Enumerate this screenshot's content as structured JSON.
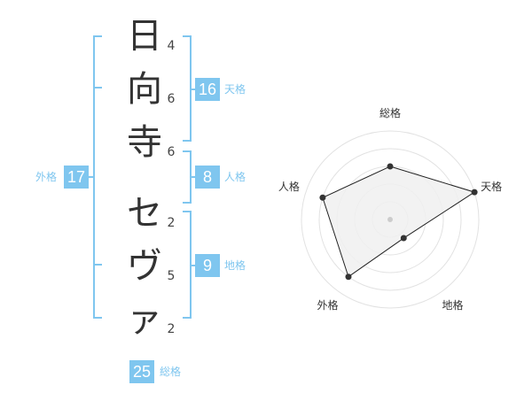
{
  "name": {
    "characters": [
      {
        "char": "日",
        "strokes": "4"
      },
      {
        "char": "向",
        "strokes": "6"
      },
      {
        "char": "寺",
        "strokes": "6"
      },
      {
        "char": "セ",
        "strokes": "2"
      },
      {
        "char": "ヴ",
        "strokes": "5"
      },
      {
        "char": "ァ",
        "strokes": "2"
      }
    ]
  },
  "fortune": {
    "tenkaku": {
      "value": "16",
      "label": "天格"
    },
    "jinkaku": {
      "value": "8",
      "label": "人格"
    },
    "chikaku": {
      "value": "9",
      "label": "地格"
    },
    "gaikaku": {
      "value": "17",
      "label": "外格"
    },
    "soukaku": {
      "value": "25",
      "label": "総格"
    }
  },
  "colors": {
    "accent": "#7fc6ef",
    "text": "#333333",
    "radar_fill": "#f0f0f0"
  },
  "chart_data": {
    "type": "radar",
    "axes": [
      "総格",
      "天格",
      "地格",
      "外格",
      "人格"
    ],
    "values": [
      3.0,
      5.0,
      1.3,
      4.0,
      4.0
    ],
    "max": 5,
    "rings": 5
  }
}
